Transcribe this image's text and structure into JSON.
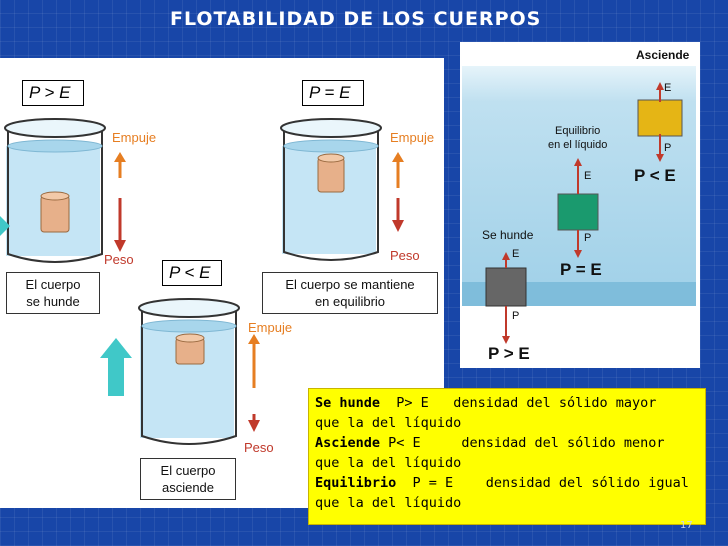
{
  "slide": {
    "title": "FLOTABILIDAD DE LOS CUERPOS",
    "page_number": "17"
  },
  "left_diagram": {
    "cases": [
      {
        "condition": "P > E",
        "empuje_label": "Empuje",
        "peso_label": "Peso",
        "caption_lines": [
          "El cuerpo",
          "se hunde"
        ]
      },
      {
        "condition": "P = E",
        "empuje_label": "Empuje",
        "peso_label": "Peso",
        "caption_lines": [
          "El cuerpo se mantiene",
          "en equilibrio"
        ]
      },
      {
        "condition": "P < E",
        "empuje_label": "Empuje",
        "peso_label": "Peso",
        "caption_lines": [
          "El cuerpo",
          "asciende"
        ]
      }
    ]
  },
  "right_diagram": {
    "asciende_label": "Asciende",
    "equilibrio_label_lines": [
      "Equilibrio",
      "en el líquido"
    ],
    "se_hunde_label": "Se hunde",
    "force_e": "E",
    "force_p": "P",
    "relation_ascend": "P < E",
    "relation_equilibrium": "P = E",
    "relation_sink": "P > E"
  },
  "summary": {
    "rows": [
      {
        "term": "Se hunde",
        "relation": "P> E",
        "description": "densidad del sólido mayor",
        "continuation": "que la del líquido"
      },
      {
        "term": "Asciende",
        "relation": "P< E",
        "description": "densidad del sólido menor",
        "continuation": "que la del líquido"
      },
      {
        "term": "Equilibrio",
        "relation": "P = E",
        "description": "densidad del sólido igual",
        "continuation": "que la del líquido"
      }
    ]
  },
  "colors": {
    "background": "#1846a8",
    "highlight_box": "#ffff00",
    "empuje_arrow": "#e67e22",
    "peso_arrow": "#c0392b",
    "liquid": "#bfe0f0",
    "direction_arrow": "#40c8c8"
  }
}
